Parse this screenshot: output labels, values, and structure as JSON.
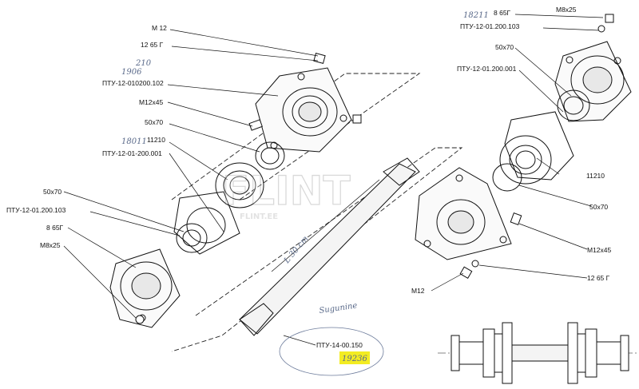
{
  "labels": {
    "left_m12": "M 12",
    "left_1265g": "12 65 Г",
    "left_pty_flange": "ПТУ-12-010200.102",
    "left_m12x45": "M12x45",
    "left_50x70": "50x70",
    "left_11210": "11210",
    "left_pty_bearing": "ПТУ-12-01-200.001",
    "left_50x70_b": "50x70",
    "left_pty_cover": "ПТУ-12-01.200.103",
    "left_865g": "8 65Г",
    "left_m8x25": "M8x25",
    "right_865g": "8 65Г",
    "right_m8x25": "M8x25",
    "right_pty_cover": "ПТУ-12-01.200.103",
    "right_50x70": "50x70",
    "right_pty_bearing": "ПТУ-12-01.200.001",
    "right_11210": "11210",
    "right_50x70_b": "50x70",
    "right_m12x45": "M12x45",
    "right_1265g": "12 65 Г",
    "right_m12": "M12",
    "shaft_pty": "ПТУ-14-00.150"
  },
  "handwritten": {
    "left_top_number": "1906",
    "left_top_small": "210",
    "left_bearing_note": "18011",
    "right_top_number": "18211",
    "shaft_length_note": "L 30 cm",
    "highlight_number": "19236",
    "signature": "Sugunine"
  },
  "watermark": {
    "brand": "FLINT",
    "site": "FLINT.EE"
  },
  "colors": {
    "ink": "#111111",
    "highlight": "#f3ec22",
    "pencil": "#5a6a8a"
  }
}
